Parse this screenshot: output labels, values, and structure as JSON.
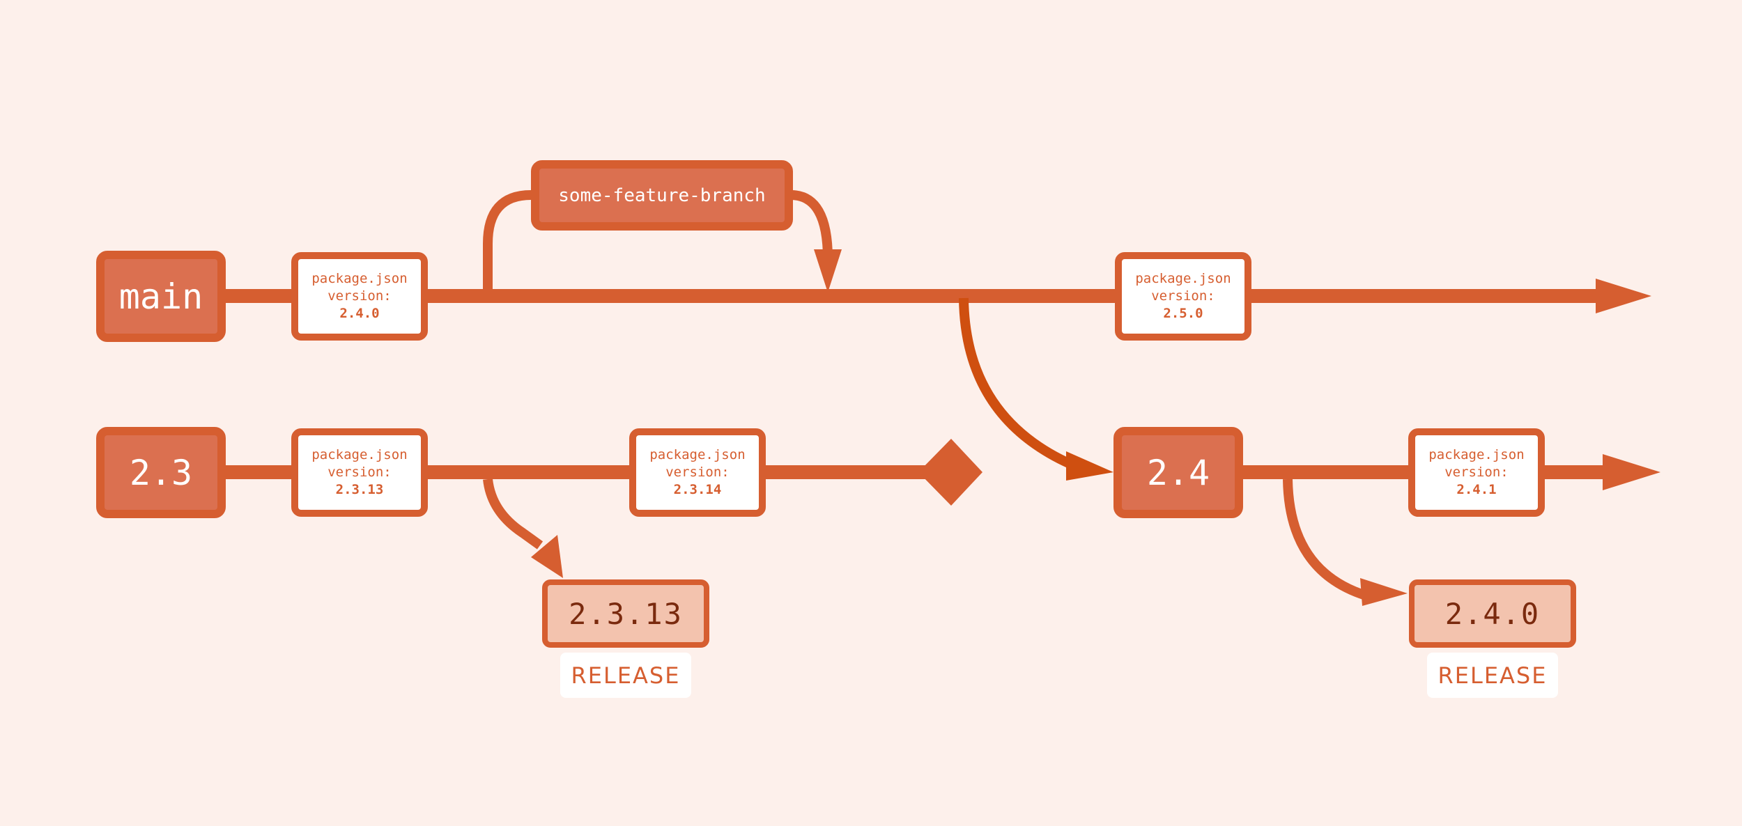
{
  "colors": {
    "background": "#fdf0eb",
    "primary": "#d65e30",
    "branch_fill": "#db7050",
    "release_fill": "#f3c3ae",
    "release_text": "#7a2a0e",
    "cut_arrow": "#cf4f10"
  },
  "branches": {
    "main": "main",
    "v23": "2.3",
    "v24": "2.4",
    "feature": "some-feature-branch"
  },
  "packages": [
    {
      "file": "package.json",
      "label": "version:",
      "version": "2.4.0"
    },
    {
      "file": "package.json",
      "label": "version:",
      "version": "2.5.0"
    },
    {
      "file": "package.json",
      "label": "version:",
      "version": "2.3.13"
    },
    {
      "file": "package.json",
      "label": "version:",
      "version": "2.3.14"
    },
    {
      "file": "package.json",
      "label": "version:",
      "version": "2.4.1"
    }
  ],
  "releases": [
    {
      "version": "2.3.13",
      "label": "RELEASE"
    },
    {
      "version": "2.4.0",
      "label": "RELEASE"
    }
  ]
}
